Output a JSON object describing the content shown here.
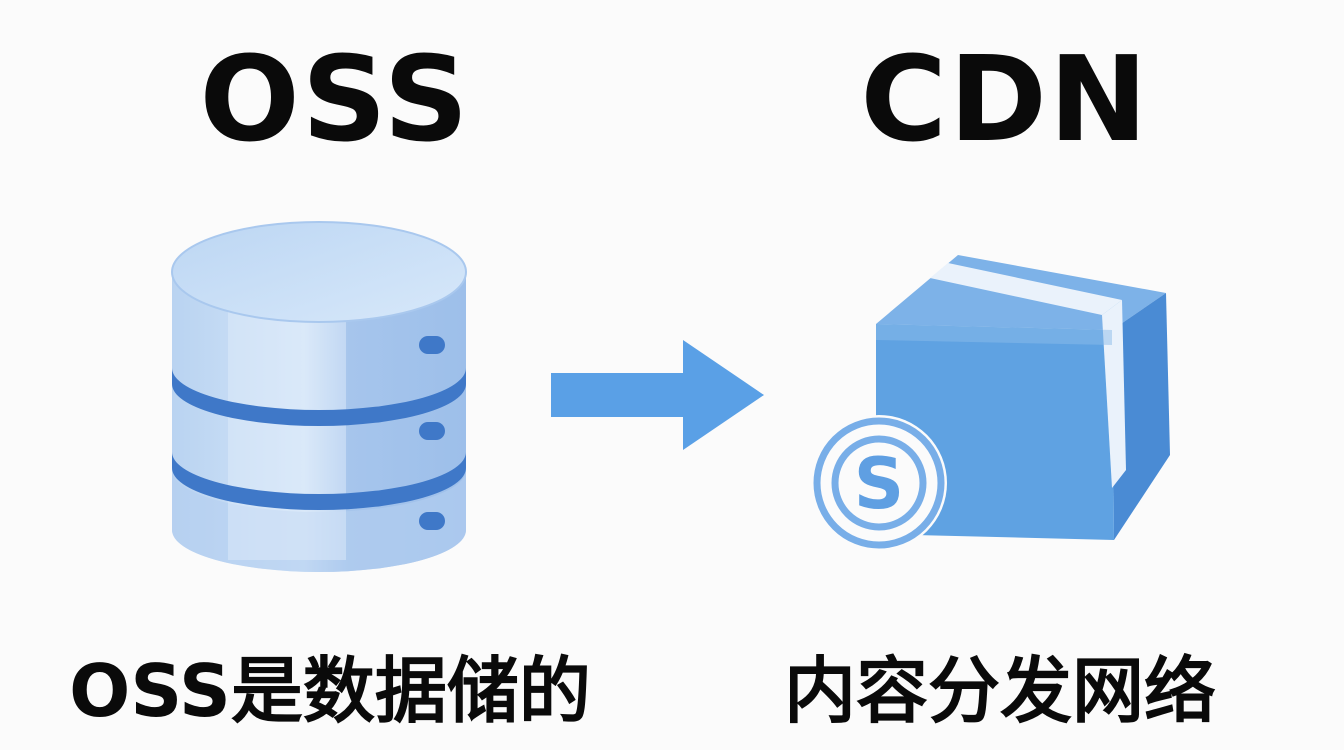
{
  "left": {
    "title": "OSS",
    "caption": "OSS是数据储的",
    "icon": "database-icon"
  },
  "right": {
    "title": "CDN",
    "caption": "内容分发网络",
    "icon": "box-icon",
    "badge_letter": "S"
  },
  "connector": {
    "icon": "arrow-right-icon"
  },
  "colors": {
    "text": "#0a0a0a",
    "database_light": "#c9dff5",
    "database_mid": "#a9c8ee",
    "database_band": "#3f78c8",
    "arrow": "#5aa0e6",
    "box_front": "#5c9fe0",
    "box_top": "#7db2e8",
    "box_side": "#4a8bd4",
    "badge": "#6aa6e6"
  }
}
